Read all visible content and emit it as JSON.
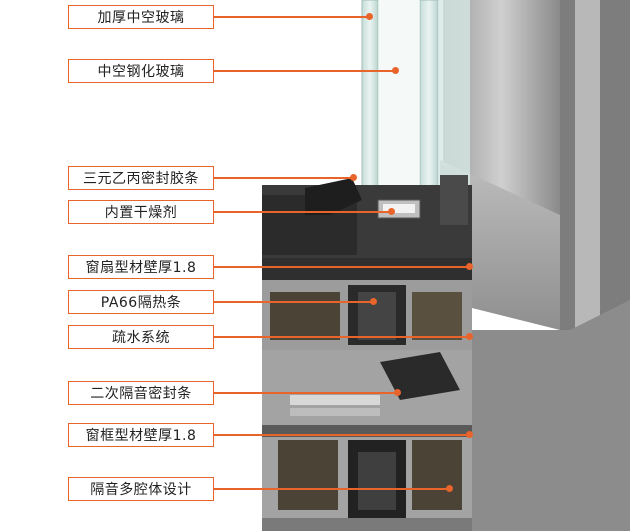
{
  "callouts": [
    {
      "text": "加厚中空玻璃"
    },
    {
      "text": "中空钢化玻璃"
    },
    {
      "text": "三元乙丙密封胶条"
    },
    {
      "text": "内置干燥剂"
    },
    {
      "text": "窗扇型材壁厚1.8"
    },
    {
      "text": "PA66隔热条"
    },
    {
      "text": "疏水系统"
    },
    {
      "text": "二次隔音密封条"
    },
    {
      "text": "窗框型材壁厚1.8"
    },
    {
      "text": "隔音多腔体设计"
    }
  ],
  "colors": {
    "accent": "#e8642a",
    "glass": "#cfe3e0",
    "profile_face": "#a9a9a9",
    "profile_dark": "#2f2f2f",
    "gasket": "#1c1c1c"
  }
}
